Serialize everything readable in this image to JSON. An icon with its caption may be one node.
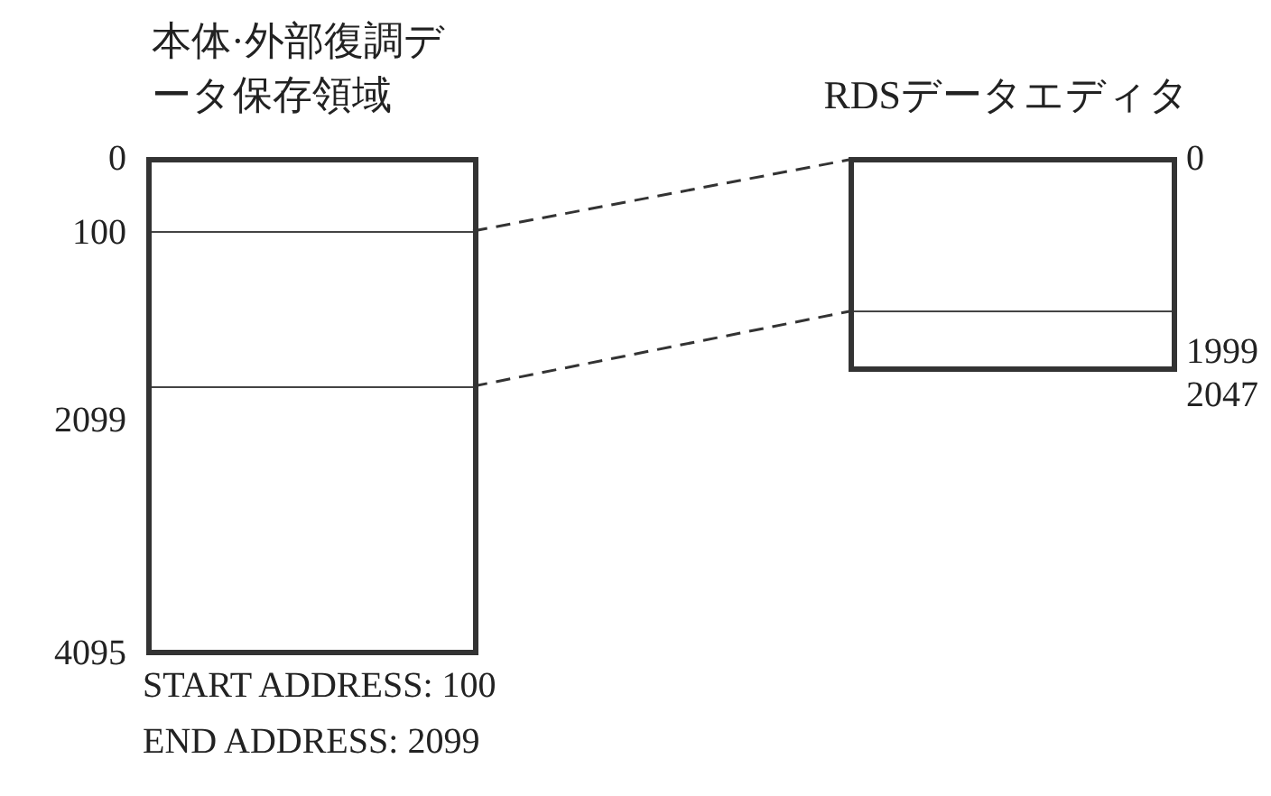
{
  "diagram": {
    "nodes": [
      {
        "text": [
          "本体·外部復調データ保存領域"
        ]
      },
      {
        "text": [
          "RDSデータエディタ"
        ]
      },
      {
        "text": [],
        "shape": "box",
        "in": 0
      },
      {
        "text": [],
        "shape": "box",
        "in": 1
      }
    ],
    "edges": [
      {
        "from": 2,
        "to": 3,
        "arrow": "none",
        "style": "dashed"
      },
      {
        "from": 2,
        "to": 3,
        "arrow": "none",
        "style": "dashed"
      }
    ],
    "labels": [
      "0",
      "100",
      "2099",
      "4095",
      "0",
      "1999",
      "2047",
      "START ADDRESS: 100",
      "END ADDRESS: 2099"
    ]
  }
}
